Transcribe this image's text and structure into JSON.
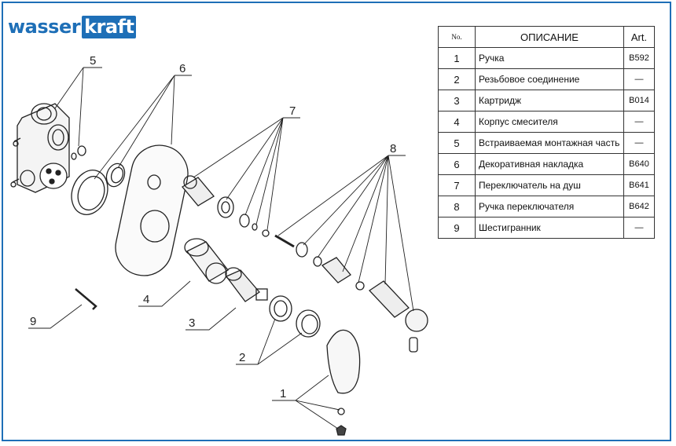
{
  "brand": {
    "part1": "wasser",
    "part2": "kraft"
  },
  "table": {
    "headers": {
      "no": "No.",
      "description": "ОПИСАНИЕ",
      "art": "Art."
    },
    "rows": [
      {
        "no": "1",
        "description": "Ручка",
        "art": "B592"
      },
      {
        "no": "2",
        "description": "Резьбовое соединение",
        "art": "—"
      },
      {
        "no": "3",
        "description": "Картридж",
        "art": "B014"
      },
      {
        "no": "4",
        "description": "Корпус смесителя",
        "art": "—"
      },
      {
        "no": "5",
        "description": "Встраиваемая монтажная часть",
        "art": "—"
      },
      {
        "no": "6",
        "description": "Декоративная накладка",
        "art": "B640"
      },
      {
        "no": "7",
        "description": "Переключатель на душ",
        "art": "B641"
      },
      {
        "no": "8",
        "description": "Ручка переключателя",
        "art": "B642"
      },
      {
        "no": "9",
        "description": "Шестигранник",
        "art": "—"
      }
    ]
  },
  "callouts": [
    "1",
    "2",
    "3",
    "4",
    "5",
    "6",
    "7",
    "8",
    "9"
  ],
  "colors": {
    "frame": "#1e6fb7",
    "brand": "#1e6fb7"
  }
}
